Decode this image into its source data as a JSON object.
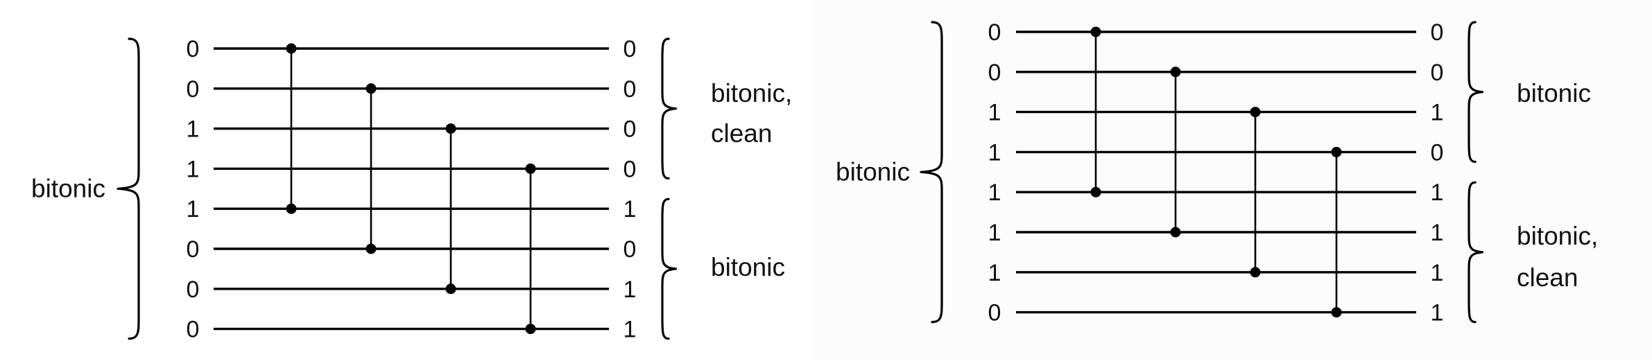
{
  "diagrams": [
    {
      "inputs": [
        "0",
        "0",
        "1",
        "1",
        "1",
        "0",
        "0",
        "0"
      ],
      "outputs": [
        "0",
        "0",
        "0",
        "0",
        "1",
        "0",
        "1",
        "1"
      ],
      "left_label": "bitonic",
      "top_right_label": [
        "bitonic,",
        "clean"
      ],
      "bottom_right_label": [
        "bitonic"
      ]
    },
    {
      "inputs": [
        "0",
        "0",
        "1",
        "1",
        "1",
        "1",
        "1",
        "0"
      ],
      "outputs": [
        "0",
        "0",
        "1",
        "0",
        "1",
        "1",
        "1",
        "1"
      ],
      "left_label": "bitonic",
      "top_right_label": [
        "bitonic"
      ],
      "bottom_right_label": [
        "bitonic,",
        "clean"
      ]
    }
  ],
  "comparators": [
    [
      0,
      4
    ],
    [
      1,
      5
    ],
    [
      2,
      6
    ],
    [
      3,
      7
    ]
  ]
}
